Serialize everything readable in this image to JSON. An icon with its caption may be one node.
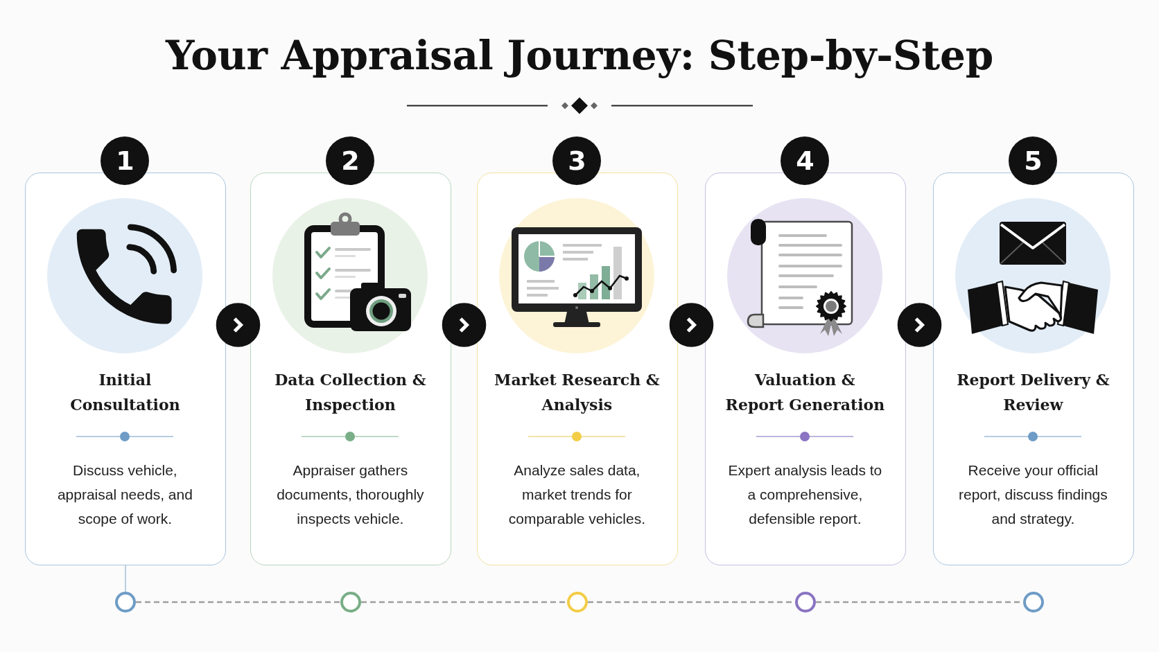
{
  "diagram": {
    "title": "Your Appraisal Journey: Step-by-Step",
    "nodes": [
      {
        "text": [
          "1",
          "Initial Consultation",
          "Discuss vehicle, appraisal needs, and scope of work."
        ]
      },
      {
        "text": [
          "2",
          "Data Collection & Inspection",
          "Appraiser gathers documents, thoroughly inspects vehicle."
        ]
      },
      {
        "text": [
          "3",
          "Market Research & Analysis",
          "Analyze sales data, market trends for comparable vehicles."
        ]
      },
      {
        "text": [
          "4",
          "Valuation & Report Generation",
          "Expert analysis leads to a comprehensive, defensible report."
        ]
      },
      {
        "text": [
          "5",
          "Report Delivery & Review",
          "Receive your official report, discuss findings and strategy."
        ]
      },
      {
        "text": [],
        "shape": "circle"
      },
      {
        "text": [],
        "shape": "circle"
      },
      {
        "text": [],
        "shape": "circle"
      },
      {
        "text": [],
        "shape": "circle"
      },
      {
        "text": [],
        "shape": "circle"
      }
    ],
    "edges": [
      {
        "from": 0,
        "to": 1,
        "arrow": "to"
      },
      {
        "from": 1,
        "to": 2,
        "arrow": "to"
      },
      {
        "from": 2,
        "to": 3,
        "arrow": "to"
      },
      {
        "from": 3,
        "to": 4,
        "arrow": "to"
      },
      {
        "from": 0,
        "to": 5,
        "arrow": "none",
        "color": "#a9c5df"
      },
      {
        "from": 5,
        "to": 6,
        "arrow": "none",
        "style": "dashed",
        "color": "#9e9e9e"
      },
      {
        "from": 6,
        "to": 7,
        "arrow": "none",
        "style": "dashed",
        "color": "#9e9e9e"
      },
      {
        "from": 7,
        "to": 8,
        "arrow": "none",
        "style": "dashed",
        "color": "#9e9e9e"
      },
      {
        "from": 8,
        "to": 9,
        "arrow": "none",
        "style": "dashed",
        "color": "#9e9e9e"
      }
    ]
  }
}
